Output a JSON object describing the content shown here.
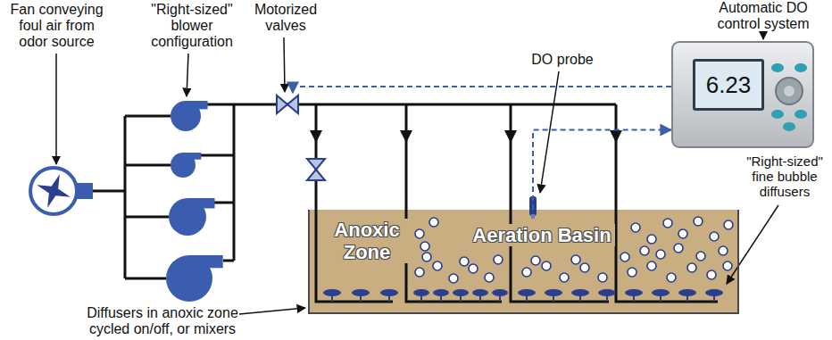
{
  "diagram": {
    "nodes": [
      {
        "text": [
          "Anoxic Zone",
          "Aeration Basin"
        ]
      },
      {
        "text": [
          "6.23"
        ]
      }
    ],
    "edges": [
      {
        "from": 0,
        "to": 1,
        "arrow": "to"
      }
    ],
    "labels": [
      "Fan conveying foul air from odor source",
      "\"Right-sized\" blower configuration",
      "Motorized valves",
      "DO probe",
      "Automatic DO control system",
      "\"Right-sized\" fine bubble diffusers",
      "Diffusers in anoxic zone cycled on/off, or mixers"
    ]
  }
}
